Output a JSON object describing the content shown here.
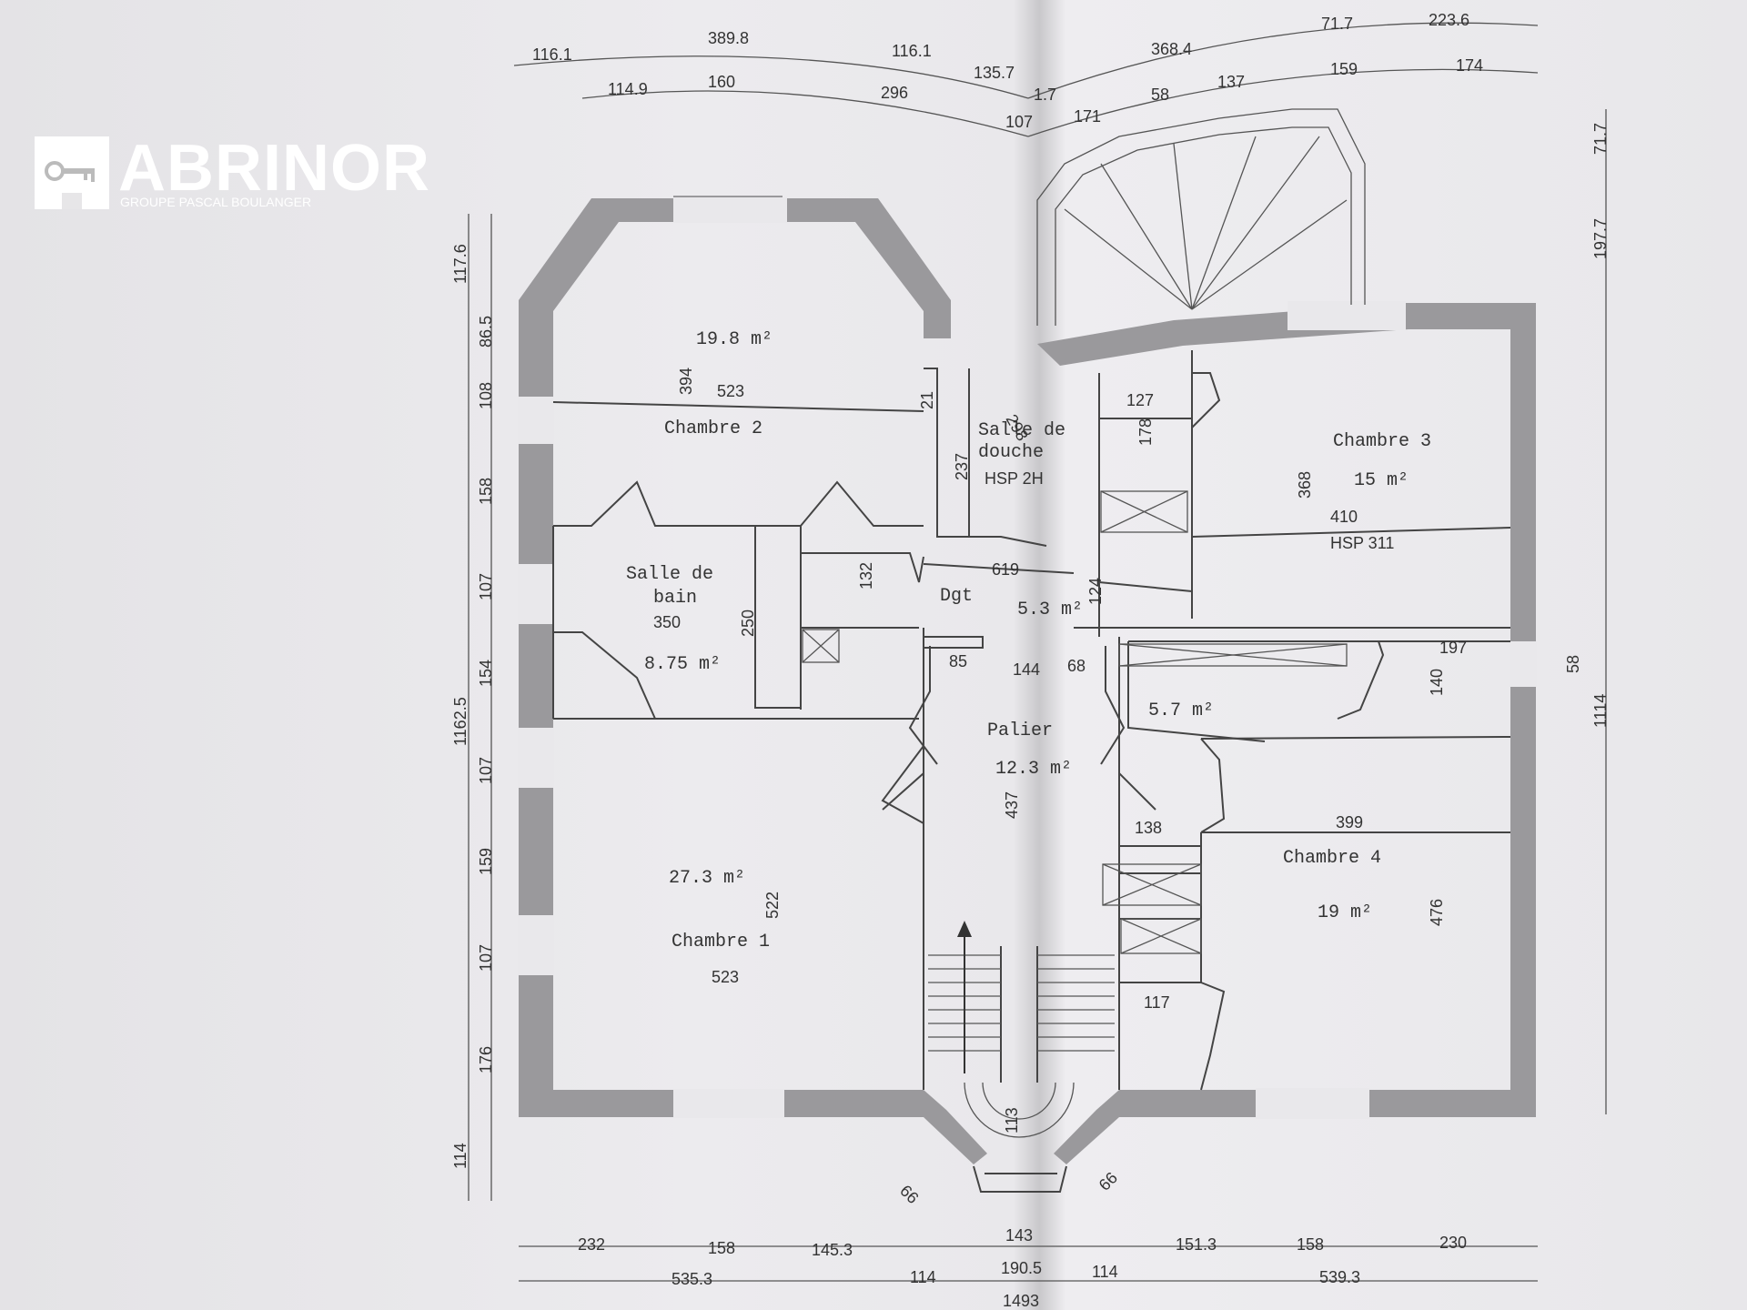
{
  "logo": {
    "brand": "ABRINOR",
    "tagline": "GROUPE PASCAL BOULANGER",
    "icon": "key-icon"
  },
  "rooms": [
    {
      "id": "chambre2",
      "name": "Chambre 2",
      "area": "19.8 m²"
    },
    {
      "id": "sdb",
      "name": "Salle de\nbain",
      "name_line1": "Salle de",
      "name_line2": "bain",
      "area": "8.75 m²"
    },
    {
      "id": "douche",
      "name_line1": "Salle de",
      "name_line2": "douche",
      "note": "HSP 2H"
    },
    {
      "id": "dgt",
      "name": "Dgt",
      "area": "5.3 m²"
    },
    {
      "id": "chambre3",
      "name": "Chambre 3",
      "area": "15 m²",
      "note": "HSP 311"
    },
    {
      "id": "palier",
      "name": "Palier",
      "area": "12.3 m²"
    },
    {
      "id": "cellier",
      "area": "5.7 m²"
    },
    {
      "id": "chambre1",
      "name": "Chambre 1",
      "area": "27.3 m²"
    },
    {
      "id": "chambre4",
      "name": "Chambre 4",
      "area": "19 m²"
    }
  ],
  "inner_dims": [
    "394",
    "523",
    "21",
    "298",
    "237",
    "127",
    "178",
    "368",
    "410",
    "132",
    "619",
    "124",
    "350",
    "250",
    "85",
    "144",
    "68",
    "197",
    "140",
    "437",
    "522",
    "523",
    "138",
    "399",
    "476",
    "117",
    "113",
    "66",
    "66"
  ],
  "top_dims_row1": [
    "116.1",
    "389.8",
    "116.1",
    "135.7",
    "368.4",
    "71.7",
    "223.6"
  ],
  "top_dims_row2": [
    "114.9",
    "160",
    "296",
    "171",
    "58",
    "137",
    "159",
    "174"
  ],
  "top_small": [
    "1.7",
    "107"
  ],
  "left_dims": [
    "117.6",
    "86.5",
    "108",
    "158",
    "107",
    "154",
    "107",
    "159",
    "107",
    "176",
    "114"
  ],
  "left_total": "1162.5",
  "right_dims": [
    "71.7",
    "197.7",
    "58",
    "1114"
  ],
  "bottom_dims_row1": [
    "232",
    "158",
    "145.3",
    "143",
    "151.3",
    "158",
    "230"
  ],
  "bottom_dims_row2": [
    "535.3",
    "114",
    "190.5",
    "114",
    "539.3"
  ],
  "bottom_total": "1493"
}
